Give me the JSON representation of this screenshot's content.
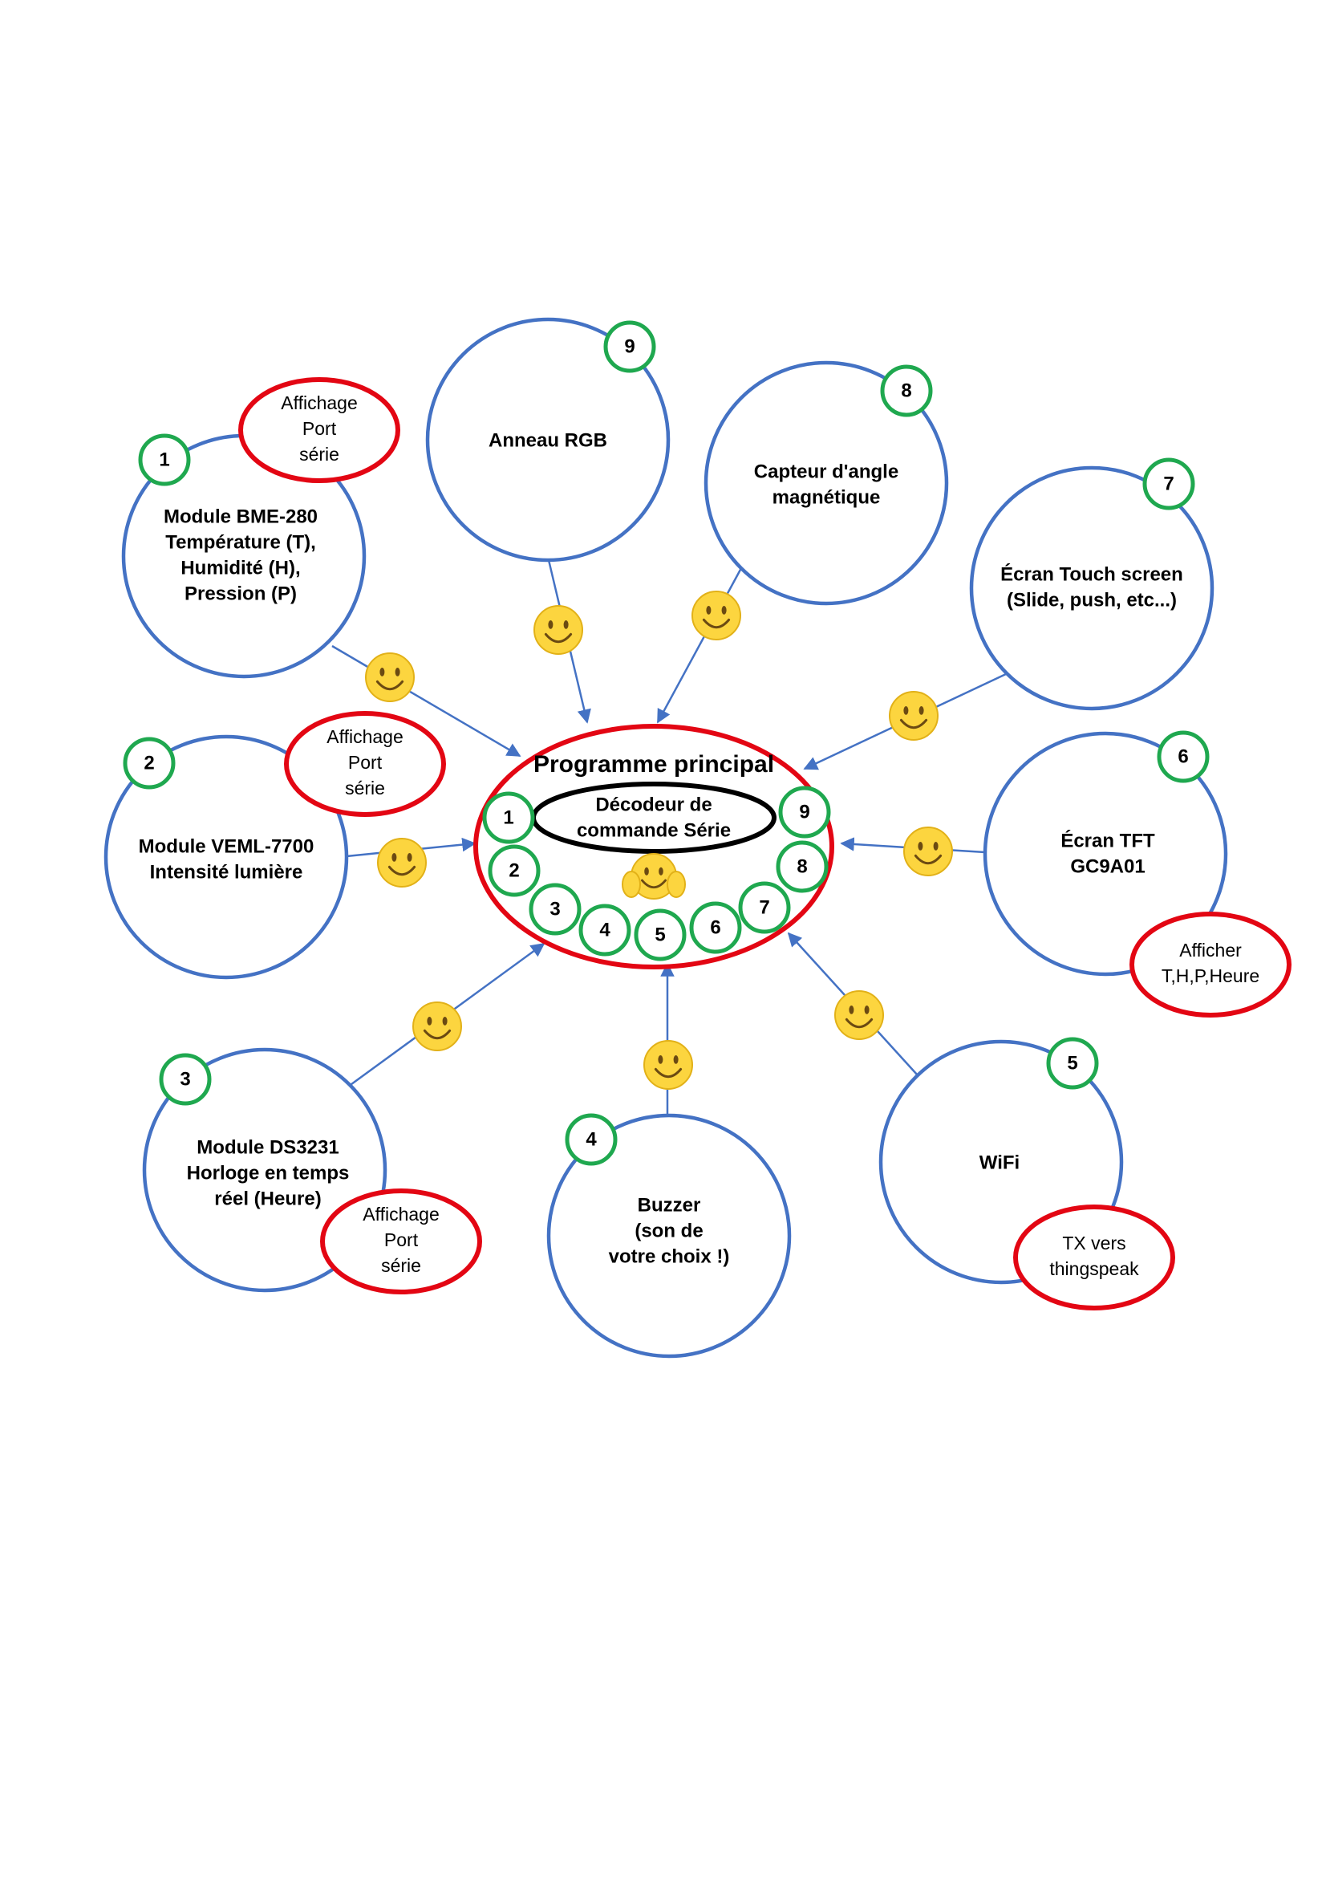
{
  "center": {
    "title": "Programme principal",
    "decoder_lines": [
      "Décodeur de",
      "commande Série"
    ],
    "badges": [
      "1",
      "2",
      "3",
      "4",
      "5",
      "6",
      "7",
      "8",
      "9"
    ]
  },
  "modules": [
    {
      "id": "bme280",
      "number": "1",
      "lines": [
        "Module BME-280",
        "Température (T),",
        "Humidité (H),",
        "Pression (P)"
      ],
      "note": [
        "Affichage",
        "Port",
        "série"
      ]
    },
    {
      "id": "veml7700",
      "number": "2",
      "lines": [
        "Module VEML-7700",
        "Intensité lumière"
      ],
      "note": [
        "Affichage",
        "Port",
        "série"
      ]
    },
    {
      "id": "ds3231",
      "number": "3",
      "lines": [
        "Module DS3231",
        "Horloge en temps",
        "réel (Heure)"
      ],
      "note": [
        "Affichage",
        "Port",
        "série"
      ]
    },
    {
      "id": "buzzer",
      "number": "4",
      "lines": [
        "Buzzer",
        "(son de",
        "votre choix !)"
      ],
      "note": null
    },
    {
      "id": "wifi",
      "number": "5",
      "lines": [
        "WiFi"
      ],
      "note": [
        "TX vers",
        "thingspeak"
      ]
    },
    {
      "id": "tft",
      "number": "6",
      "lines": [
        "Écran TFT",
        "GC9A01"
      ],
      "note": [
        "Afficher",
        "T,H,P,Heure"
      ]
    },
    {
      "id": "touch",
      "number": "7",
      "lines": [
        "Écran Touch screen",
        "(Slide, push, etc...)"
      ],
      "note": null
    },
    {
      "id": "angle",
      "number": "8",
      "lines": [
        "Capteur d'angle",
        "magnétique"
      ],
      "note": null
    },
    {
      "id": "rgb",
      "number": "9",
      "lines": [
        "Anneau RGB"
      ],
      "note": null
    }
  ],
  "colors": {
    "module_circle": "#4472c4",
    "arrow": "#4472c4",
    "number_badge": "#1fa84f",
    "note_ellipse": "#e30613",
    "center_ellipse": "#e30613",
    "decoder_ellipse": "#000000",
    "smiley_face": "#fcd53f",
    "smiley_edge": "#e2b118",
    "smiley_features": "#6b4a12"
  },
  "icons": [
    "smiley-icon",
    "thumbs-up-smiley-icon"
  ]
}
